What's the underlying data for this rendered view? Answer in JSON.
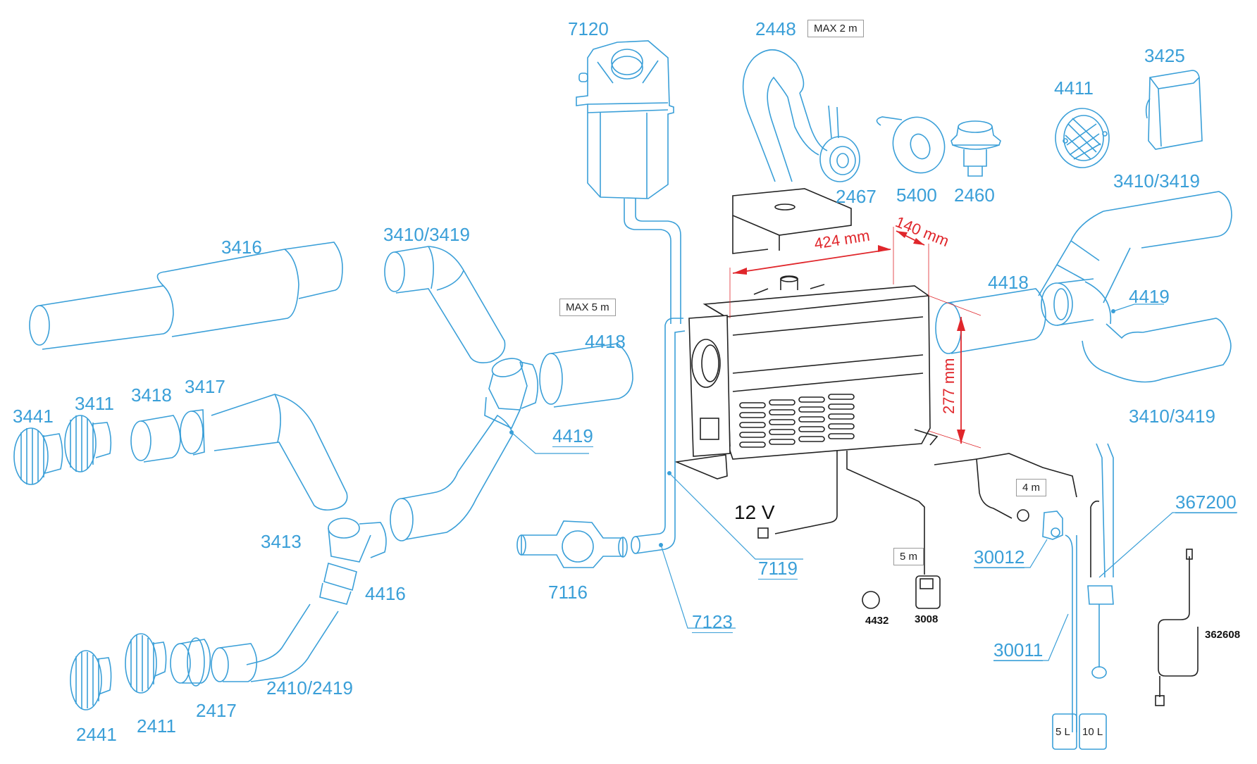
{
  "diagram": {
    "title": "Heater installation parts diagram",
    "colors": {
      "part_line": "#3a9fd8",
      "heater_line": "#222222",
      "dimension": "#e0262b",
      "box_border": "#9a9a9a"
    },
    "part_labels": {
      "p7120": "7120",
      "p2448": "2448",
      "p2467": "2467",
      "p5400": "5400",
      "p2460": "2460",
      "p4411": "4411",
      "p3425": "3425",
      "p3410_right_top": "3410/3419",
      "p3416": "3416",
      "p3410_left_top": "3410/3419",
      "p4418_left": "4418",
      "p4419_left": "4419",
      "p3441": "3441",
      "p3411": "3411",
      "p3418": "3418",
      "p3417": "3417",
      "p3413": "3413",
      "p4416": "4416",
      "p2410": "2410/2419",
      "p2441": "2441",
      "p2411": "2411",
      "p2417": "2417",
      "p7116": "7116",
      "p7119": "7119",
      "p7123": "7123",
      "p4418_right": "4418",
      "p4419_right": "4419",
      "p3410_right_bottom": "3410/3419",
      "p30012": "30012",
      "p30011": "30011",
      "p367200": "367200"
    },
    "accessory_labels": {
      "p4432": "4432",
      "p3008": "3008",
      "p362608": "362608"
    },
    "length_boxes": {
      "max_2m": "MAX 2 m",
      "max_5m": "MAX 5 m",
      "cable_5m": "5 m",
      "cable_4m": "4 m"
    },
    "dimensions": {
      "width": "424 mm",
      "depth": "140 mm",
      "height": "277 mm"
    },
    "voltage": "12 V",
    "tanks": {
      "small": "5 L",
      "large": "10 L"
    }
  }
}
